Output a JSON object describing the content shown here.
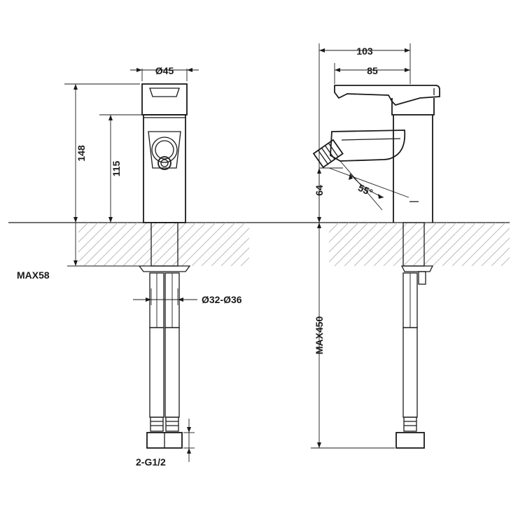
{
  "dimensions": {
    "front_width": "Ø45",
    "front_height_total": "148",
    "front_height_spout": "115",
    "mount_max_thickness": "MAX58",
    "hole_diameter": "Ø32-Ø36",
    "inlet_thread": "2-G1/2",
    "side_total_depth": "103",
    "side_spout_depth": "85",
    "side_spout_height": "64",
    "spout_angle": "55°",
    "hose_max_length": "MAX450"
  }
}
